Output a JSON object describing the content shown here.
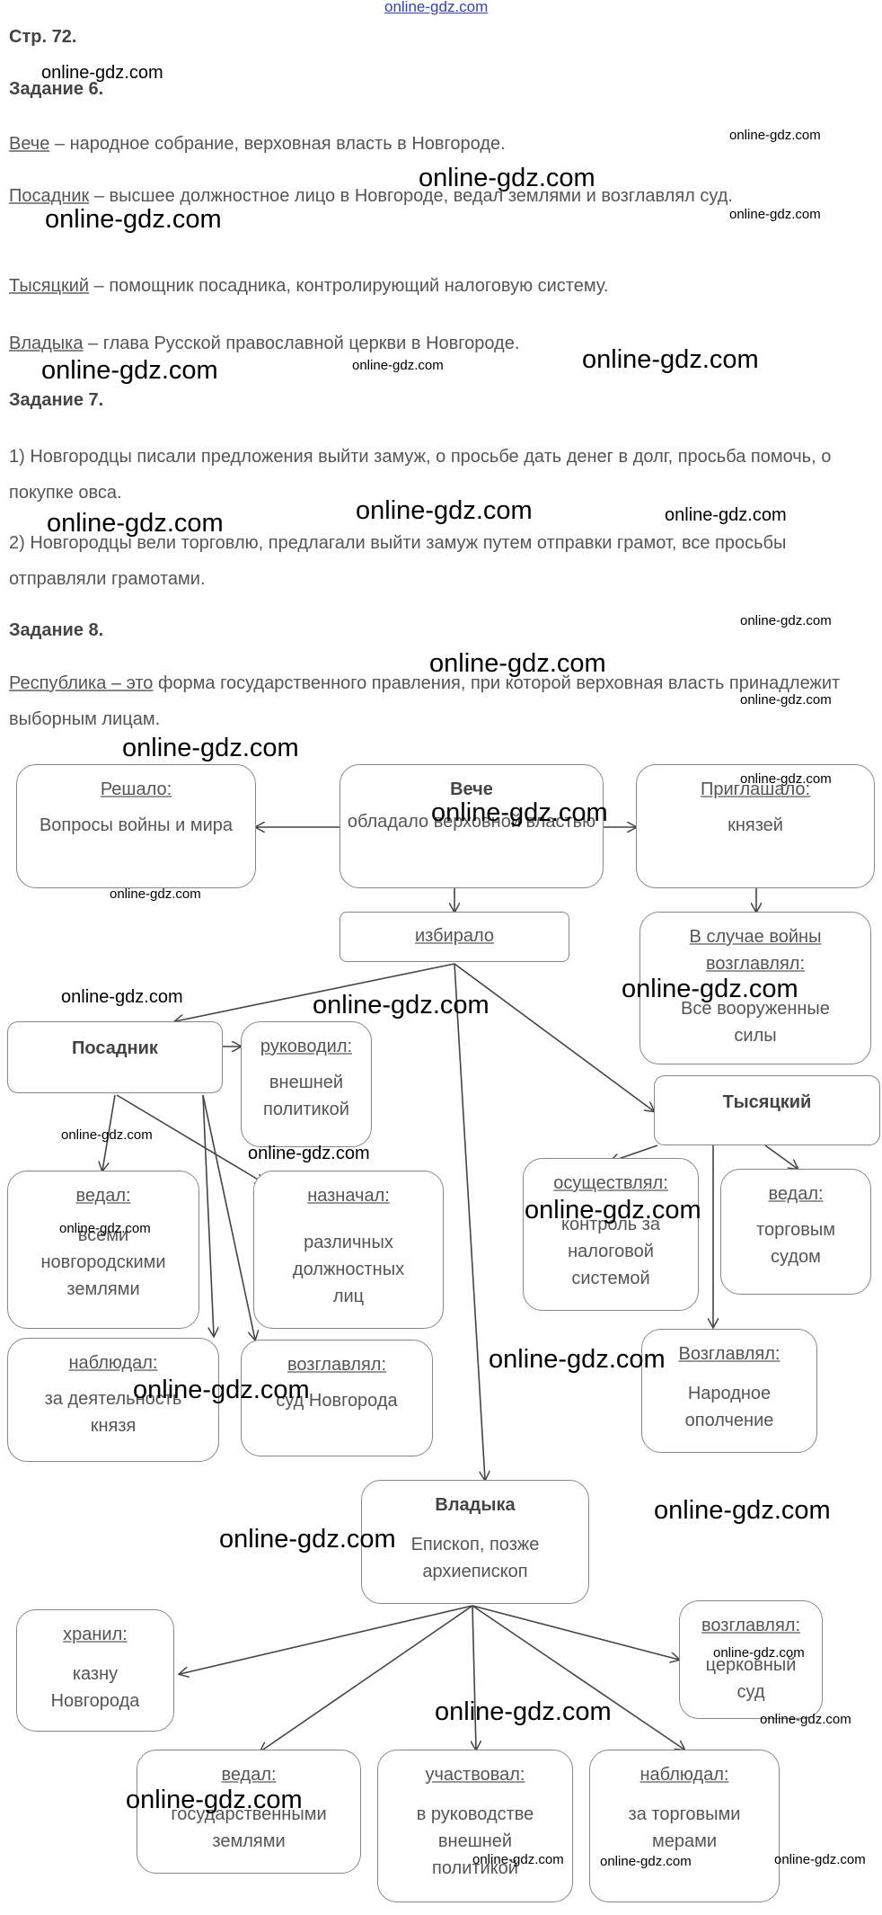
{
  "watermark": "online-gdz.com",
  "page_label": "Стр. 72.",
  "task6": {
    "heading": "Задание 6.",
    "items": [
      {
        "term": "Вече",
        "rest": " – народное собрание, верховная власть в Новгороде."
      },
      {
        "term": "Посадник",
        "rest": " – высшее должностное лицо в Новгороде, ведал землями и возглавлял суд."
      },
      {
        "term": "Тысяцкий",
        "rest": " – помощник посадника, контролирующий налоговую систему."
      },
      {
        "term": "Владыка",
        "rest": " – глава Русской православной церкви в Новгороде."
      }
    ]
  },
  "task7": {
    "heading": "Задание 7.",
    "items": [
      "1) Новгородцы писали предложения выйти замуж, о просьбе дать денег в долг, просьба помочь, о покупке овса.",
      "2) Новгородцы вели торговлю, предлагали выйти замуж путем отправки грамот, все просьбы отправляли грамотами."
    ]
  },
  "task8": {
    "heading": "Задание 8.",
    "term": "Республика – это",
    "rest": " форма государственного правления, при которой верховная власть принадлежит выборным лицам."
  },
  "diagram": {
    "veche": {
      "title": "Вече",
      "body": "обладало верховной властью"
    },
    "reshalo": {
      "title": "Решало:",
      "body": "Вопросы войны и мира"
    },
    "priglashalo": {
      "title": "Приглашало:",
      "body": "князей"
    },
    "izbiralo": {
      "title": "избирало"
    },
    "war": {
      "title": "В случае войны возглавлял:",
      "body": "Все вооруженные силы"
    },
    "posadnik": {
      "title": "Посадник"
    },
    "rukovodil": {
      "title": "руководил:",
      "body": "внешней политикой"
    },
    "tysyatsky": {
      "title": "Тысяцкий"
    },
    "vedal1": {
      "title": "ведал:",
      "body": "всеми новгородскими землями"
    },
    "naznachal": {
      "title": "назначал:",
      "body": "различных должностных лиц"
    },
    "osushch": {
      "title": "осуществлял:",
      "body": "контроль за налоговой системой"
    },
    "vedal2": {
      "title": "ведал:",
      "body": "торговым судом"
    },
    "nablyudal1": {
      "title": "наблюдал:",
      "body": "за деятельность князя"
    },
    "vozglavlyal1": {
      "title": "возглавлял:",
      "body": "суд Новгорода"
    },
    "vozglavlyal2": {
      "title": "Возглавлял:",
      "body": "Народное ополчение"
    },
    "vladyka": {
      "title": "Владыка",
      "body": "Епископ, позже архиепископ"
    },
    "khranil": {
      "title": "хранил:",
      "body": "казну Новгорода"
    },
    "vozglavlyal3": {
      "title": "возглавлял:",
      "body": "церковный суд"
    },
    "vedal3": {
      "title": "ведал:",
      "body": "государственными землями"
    },
    "uchastvoval": {
      "title": "участвовал:",
      "body": "в руководстве внешней политикой"
    },
    "nablyudal2": {
      "title": "наблюдал:",
      "body": "за торговыми мерами"
    }
  }
}
